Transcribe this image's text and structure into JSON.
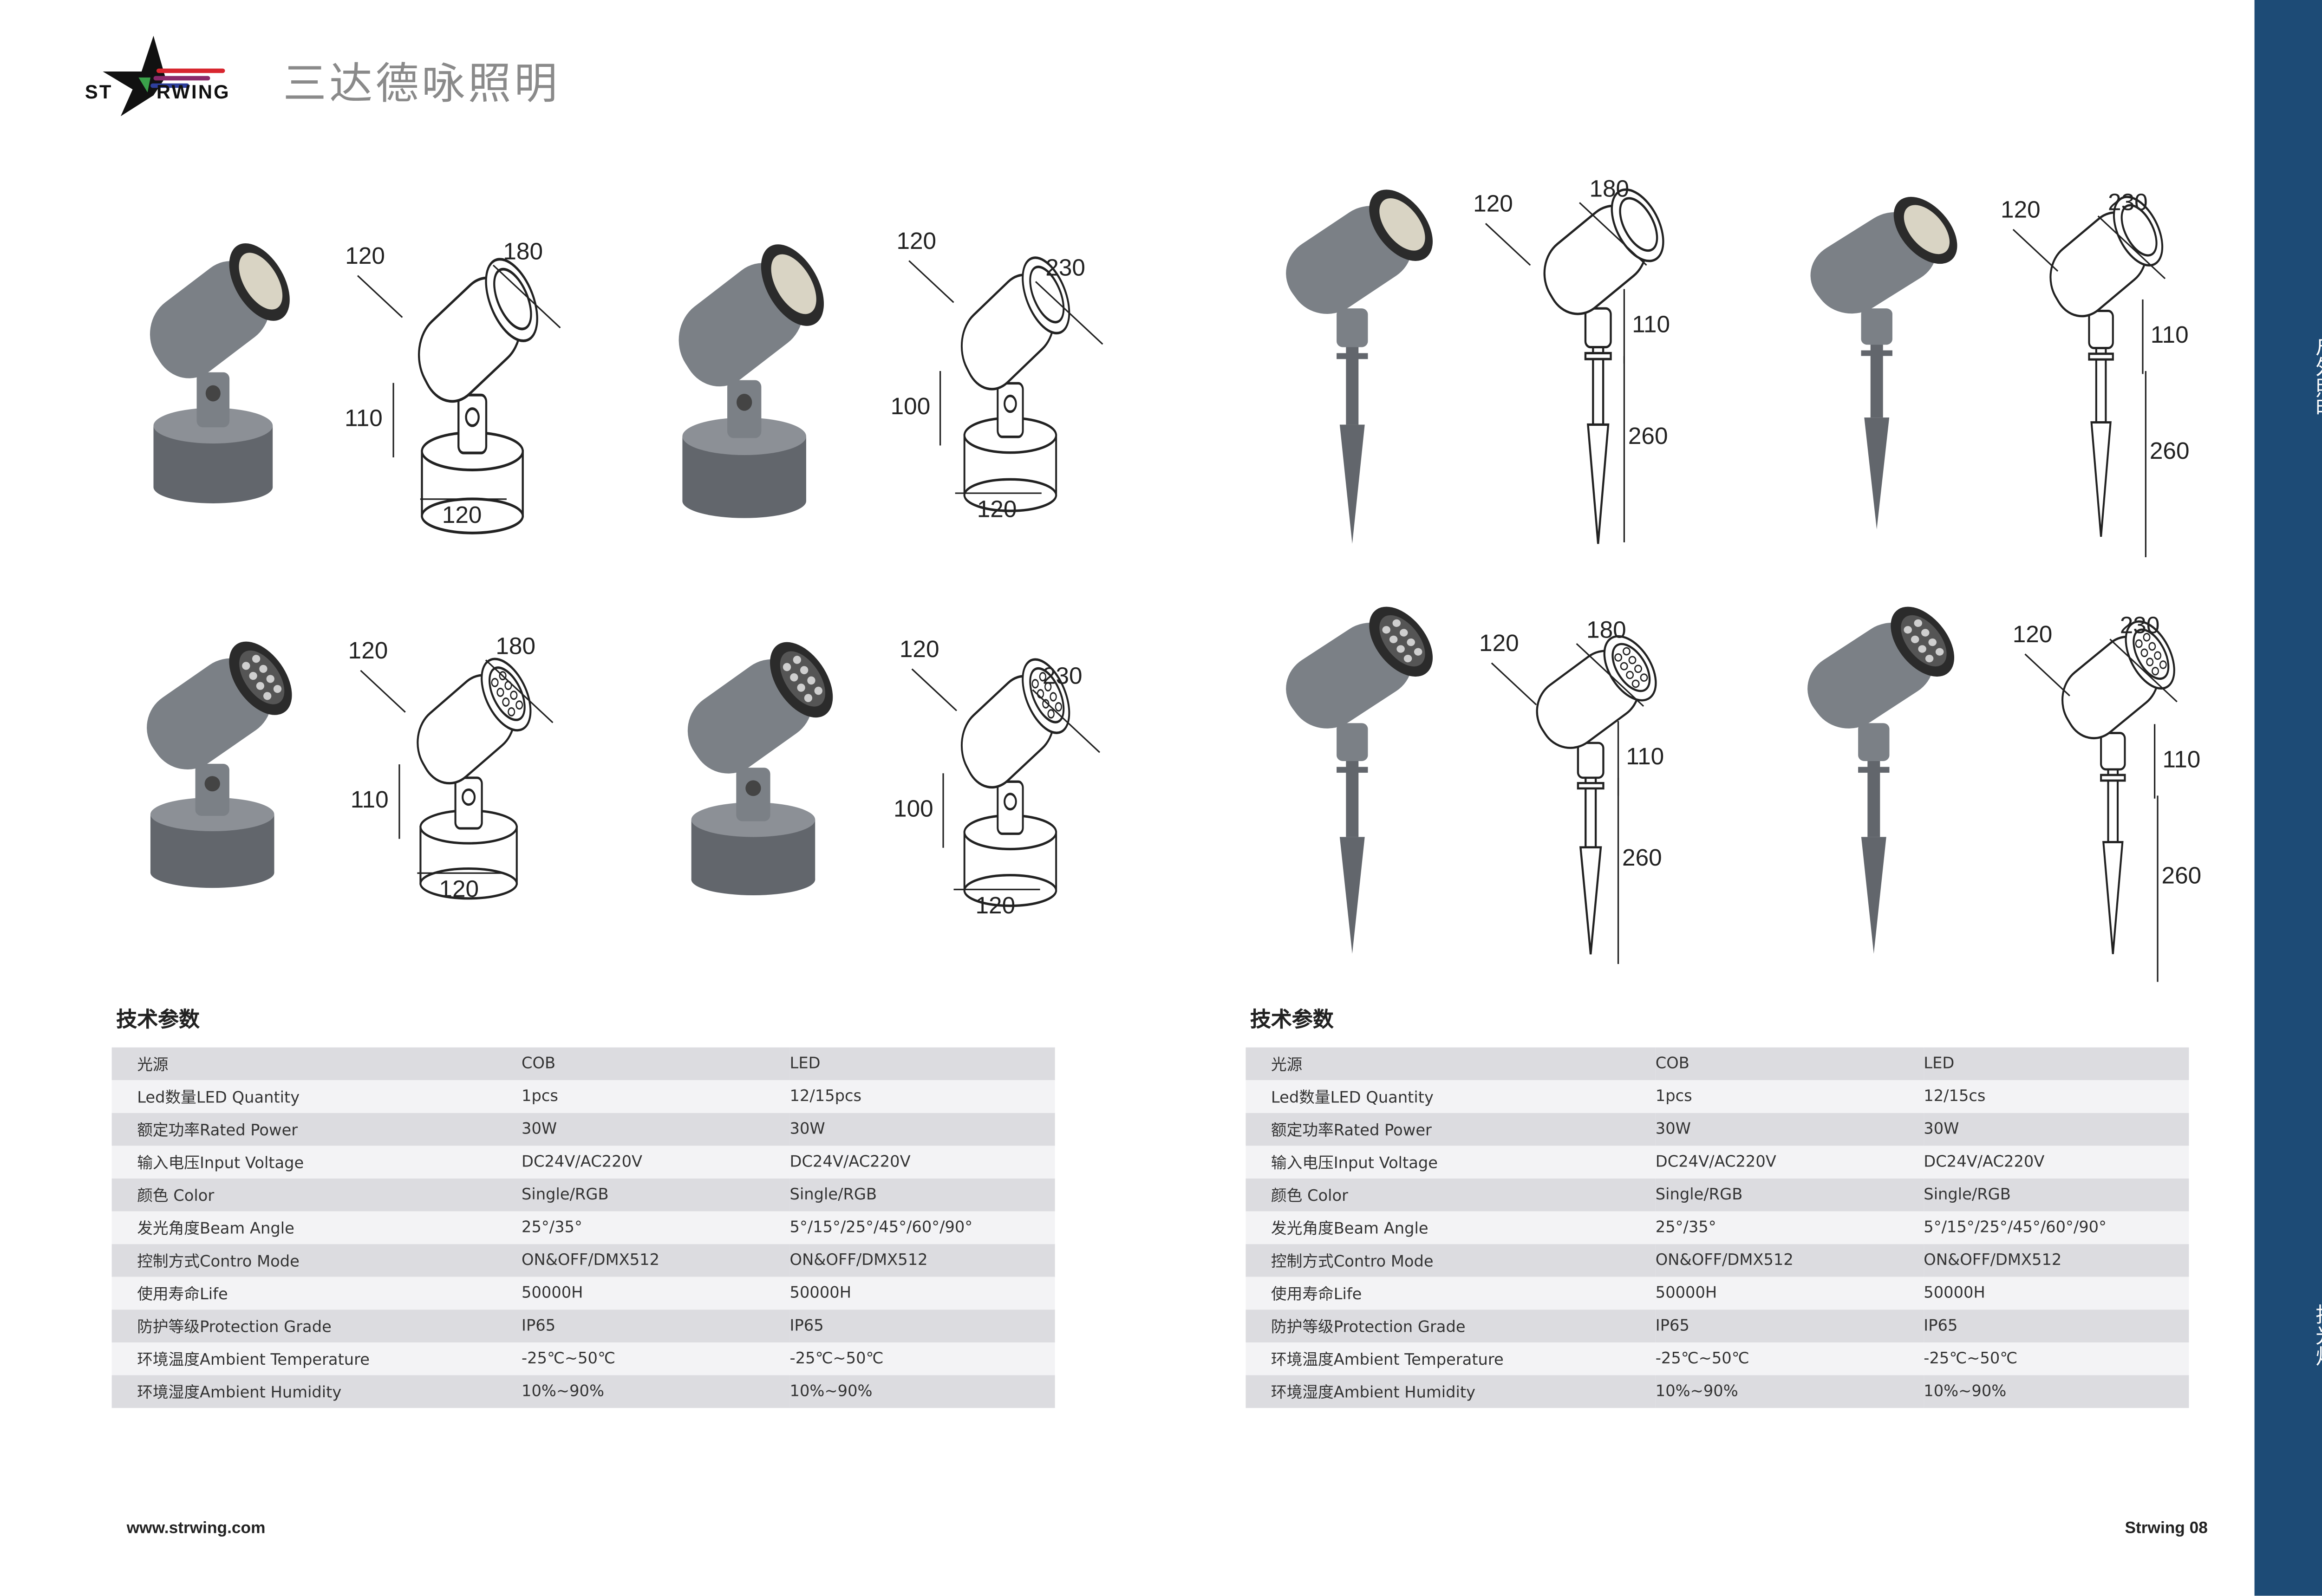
{
  "header": {
    "logo_text": "STARWING",
    "brand_title": "三达德咏照明"
  },
  "colors": {
    "sidebar": "#1d4b76",
    "lamp_body": "#7b8086",
    "row_dark": "#dcdce0",
    "row_light": "#f3f3f5"
  },
  "products": [
    {
      "mount": "base",
      "source": "COB",
      "dims": [
        "120",
        "180",
        "110",
        "120"
      ]
    },
    {
      "mount": "base",
      "source": "COB",
      "dims": [
        "120",
        "230",
        "100",
        "120"
      ]
    },
    {
      "mount": "spike",
      "source": "COB",
      "dims": [
        "120",
        "180",
        "110",
        "260"
      ]
    },
    {
      "mount": "spike",
      "source": "COB",
      "dims": [
        "120",
        "230",
        "110",
        "260"
      ]
    },
    {
      "mount": "base",
      "source": "LED",
      "dims": [
        "120",
        "180",
        "110",
        "120"
      ]
    },
    {
      "mount": "base",
      "source": "LED",
      "dims": [
        "120",
        "230",
        "100",
        "120"
      ]
    },
    {
      "mount": "spike",
      "source": "LED",
      "dims": [
        "120",
        "180",
        "110",
        "260"
      ]
    },
    {
      "mount": "spike",
      "source": "LED",
      "dims": [
        "120",
        "230",
        "110",
        "260"
      ]
    }
  ],
  "tables": [
    {
      "title": "技术参数",
      "rows": [
        [
          "光源",
          "COB",
          "LED"
        ],
        [
          "Led数量LED Quantity",
          "1pcs",
          "12/15pcs"
        ],
        [
          "额定功率Rated Power",
          "30W",
          "30W"
        ],
        [
          "输入电压Input Voltage",
          "DC24V/AC220V",
          "DC24V/AC220V"
        ],
        [
          "颜色 Color",
          "Single/RGB",
          "Single/RGB"
        ],
        [
          "发光角度Beam Angle",
          "25°/35°",
          "5°/15°/25°/45°/60°/90°"
        ],
        [
          "控制方式Contro Mode",
          "ON&OFF/DMX512",
          "ON&OFF/DMX512"
        ],
        [
          "使用寿命Life",
          "50000H",
          "50000H"
        ],
        [
          "防护等级Protection Grade",
          "IP65",
          "IP65"
        ],
        [
          "环境温度Ambient Temperature",
          "-25℃~50℃",
          "-25℃~50℃"
        ],
        [
          "环境湿度Ambient Humidity",
          "10%~90%",
          "10%~90%"
        ]
      ]
    },
    {
      "title": "技术参数",
      "rows": [
        [
          "光源",
          "COB",
          "LED"
        ],
        [
          "Led数量LED Quantity",
          "1pcs",
          "12/15cs"
        ],
        [
          "额定功率Rated Power",
          "30W",
          "30W"
        ],
        [
          "输入电压Input Voltage",
          "DC24V/AC220V",
          "DC24V/AC220V"
        ],
        [
          "颜色 Color",
          "Single/RGB",
          "Single/RGB"
        ],
        [
          "发光角度Beam Angle",
          "25°/35°",
          "5°/15°/25°/45°/60°/90°"
        ],
        [
          "控制方式Contro Mode",
          "ON&OFF/DMX512",
          "ON&OFF/DMX512"
        ],
        [
          "使用寿命Life",
          "50000H",
          "50000H"
        ],
        [
          "防护等级Protection Grade",
          "IP65",
          "IP65"
        ],
        [
          "环境温度Ambient Temperature",
          "-25℃~50℃",
          "-25℃~50℃"
        ],
        [
          "环境湿度Ambient Humidity",
          "10%~90%",
          "10%~90%"
        ]
      ]
    }
  ],
  "footer": {
    "website": "www.strwing.com",
    "page_label": "Strwing 08"
  },
  "sidebar": {
    "category": "户外照明",
    "subcategory": "投光灯"
  }
}
